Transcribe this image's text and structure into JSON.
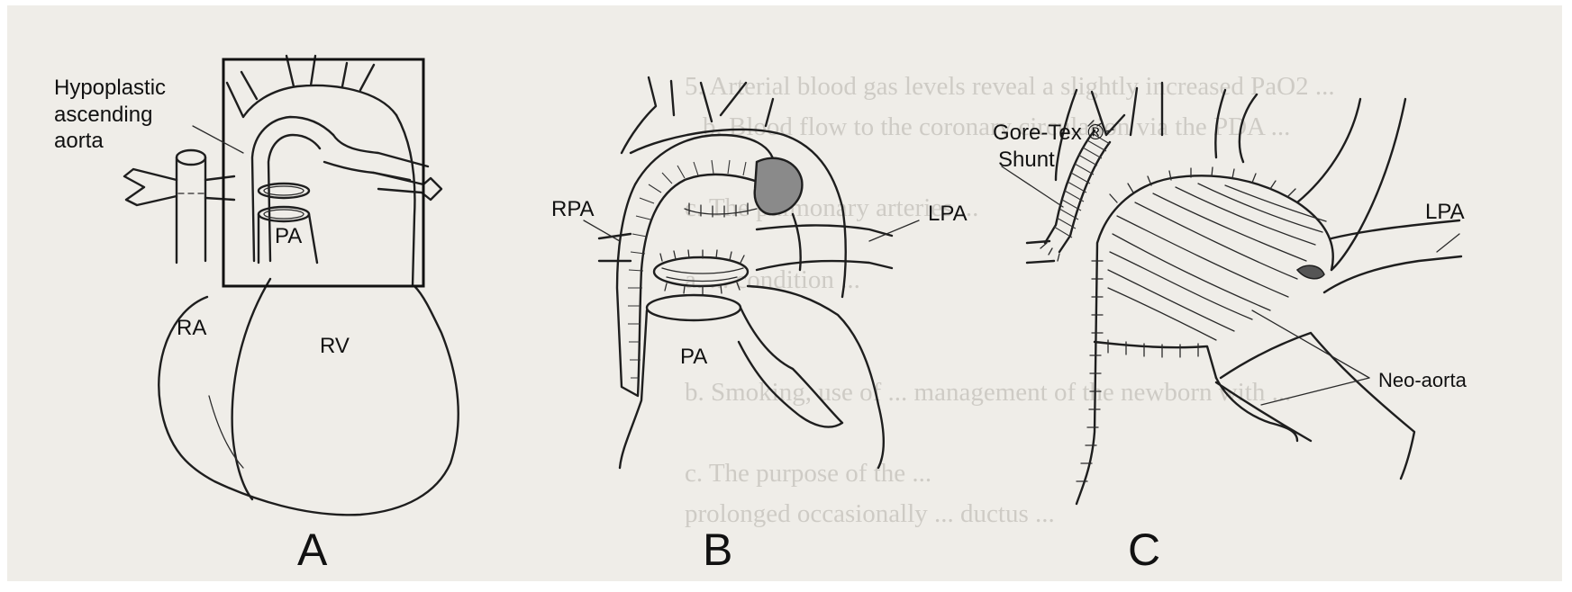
{
  "panels": {
    "a": {
      "letter": "A",
      "labels": {
        "hypoplastic_line1": "Hypoplastic",
        "hypoplastic_line2": "ascending",
        "hypoplastic_line3": "aorta",
        "pa": "PA",
        "ra": "RA",
        "rv": "RV"
      }
    },
    "b": {
      "letter": "B",
      "labels": {
        "rpa": "RPA",
        "lpa": "LPA",
        "pa": "PA"
      }
    },
    "c": {
      "letter": "C",
      "labels": {
        "shunt_line1": "Gore-Tex ®",
        "shunt_line2": "Shunt",
        "lpa": "LPA",
        "neo_aorta": "Neo-aorta"
      }
    }
  },
  "bleed_through": [
    "5. Arterial blood gas levels reveal a slightly increased PaO2 ...",
    "b. Blood flow to the coronary circulation via the PDA ...",
    "c. The pulmonary arteries ...",
    "a. ... condition ...",
    "b. Smoking, use of ... management of the newborn with ...",
    "c. The purpose of the ...",
    "prolonged occasionally ... ductus ..."
  ],
  "colors": {
    "paper": "#ffffff",
    "page": "#efede8",
    "ink": "#1e1e1e"
  }
}
